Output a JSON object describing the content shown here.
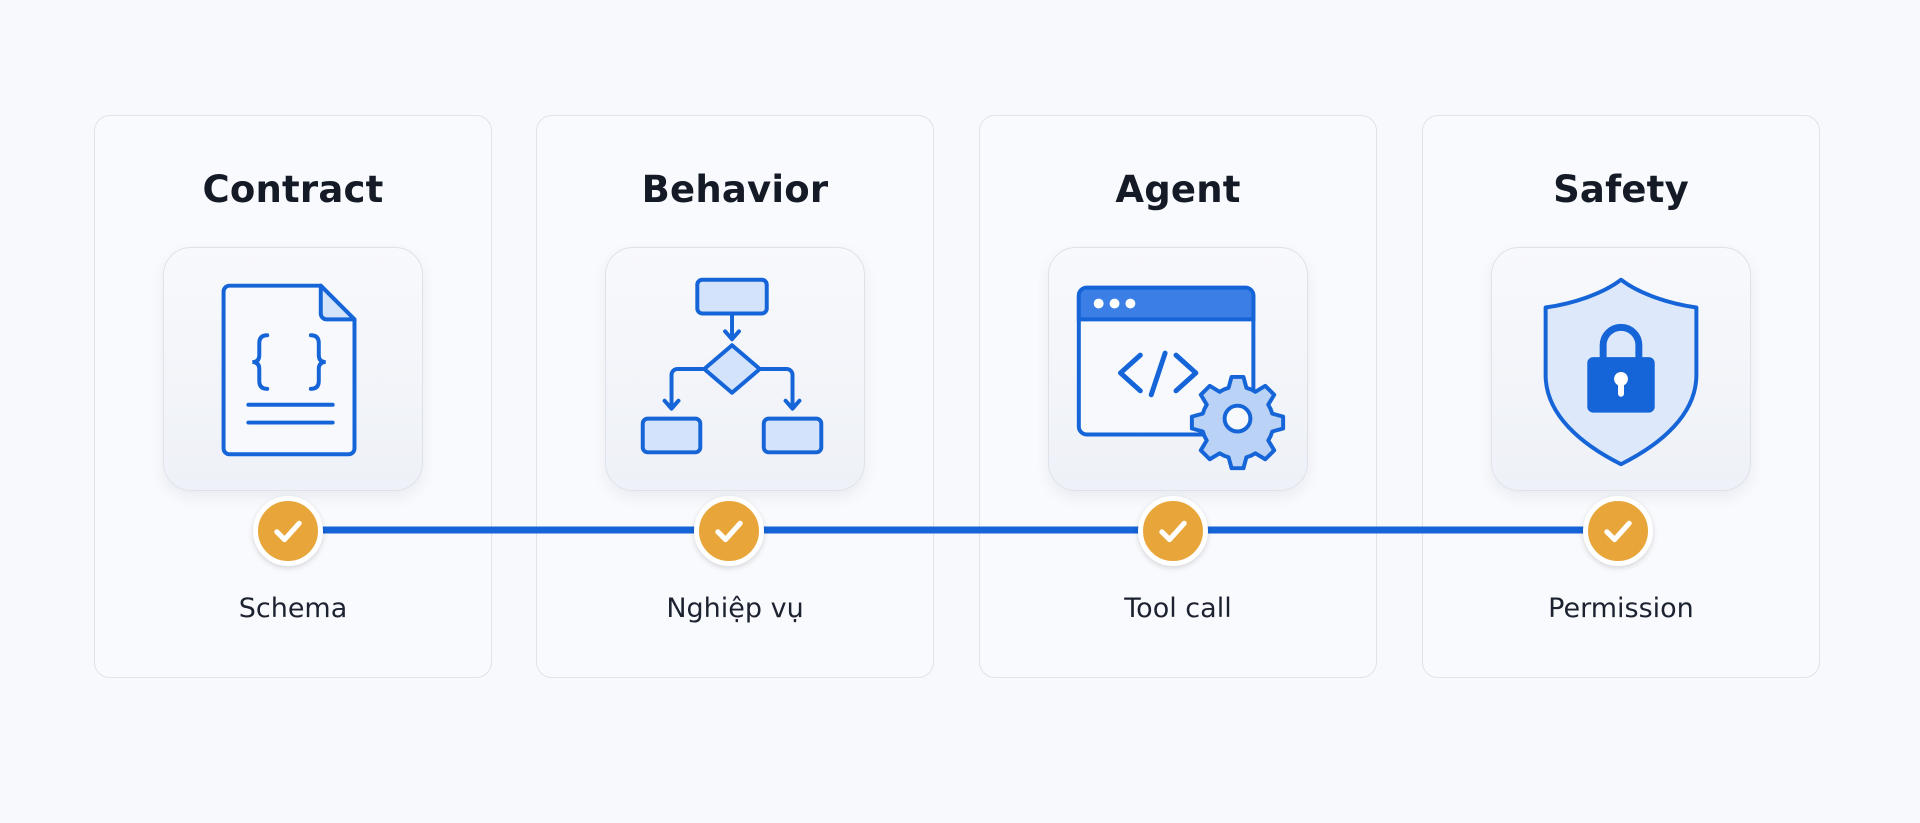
{
  "stages": [
    {
      "title": "Contract",
      "caption": "Schema",
      "icon": "json-document-icon"
    },
    {
      "title": "Behavior",
      "caption": "Nghiệp vụ",
      "icon": "flowchart-icon"
    },
    {
      "title": "Agent",
      "caption": "Tool call",
      "icon": "code-window-gear-icon"
    },
    {
      "title": "Safety",
      "caption": "Permission",
      "icon": "shield-lock-icon"
    }
  ],
  "colors": {
    "accent_blue": "#1565d8",
    "light_blue_fill": "#d3e3fb",
    "check_orange": "#e8a63a",
    "title_text": "#141a26",
    "card_border": "#dfe3ea"
  },
  "checks": [
    {
      "state": "complete",
      "icon": "checkmark-icon"
    },
    {
      "state": "complete",
      "icon": "checkmark-icon"
    },
    {
      "state": "complete",
      "icon": "checkmark-icon"
    },
    {
      "state": "complete",
      "icon": "checkmark-icon"
    }
  ]
}
